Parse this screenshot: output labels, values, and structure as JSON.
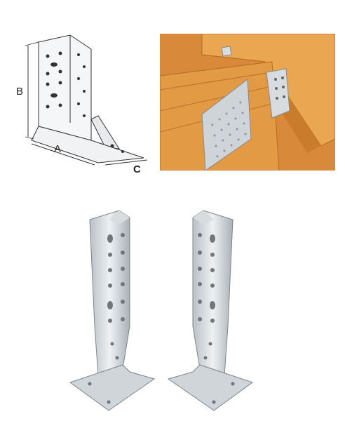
{
  "diagram": {
    "label_a": "A",
    "label_b": "B",
    "label_c": "C"
  },
  "colors": {
    "timber": "#e8a24c",
    "timber_shadow": "#c9802c",
    "metal": "#cfd4d8",
    "metal_dark": "#9aa2a8",
    "line": "#333333"
  }
}
